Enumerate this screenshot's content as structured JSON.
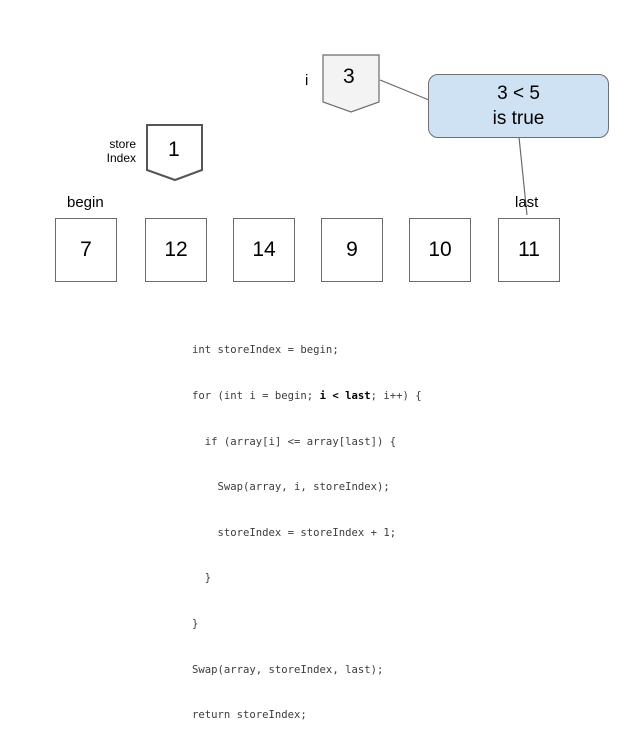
{
  "array": [
    "7",
    "12",
    "14",
    "9",
    "10",
    "11"
  ],
  "labels": {
    "begin": "begin",
    "last": "last",
    "i": "i",
    "store_line1": "store",
    "store_line2": "Index"
  },
  "pointers": {
    "i_value": "3",
    "store_index_value": "1"
  },
  "callout": {
    "line1": "3 < 5",
    "line2": "is true"
  },
  "code": {
    "line1": "int storeIndex = begin;",
    "line2_pre": "for (int i = begin; ",
    "line2_bold": "i < last",
    "line2_post": "; i++) {",
    "line3": "  if (array[i] <= array[last]) {",
    "line4": "    Swap(array, i, storeIndex);",
    "line5": "    storeIndex = storeIndex + 1;",
    "line6": "  }",
    "line7": "}",
    "line8": "Swap(array, storeIndex, last);",
    "line9": "return storeIndex;"
  },
  "colors": {
    "callout_fill": "#cfe2f3",
    "pointer_fill": "#f3f3f3",
    "outline": "#6b6b6b"
  }
}
